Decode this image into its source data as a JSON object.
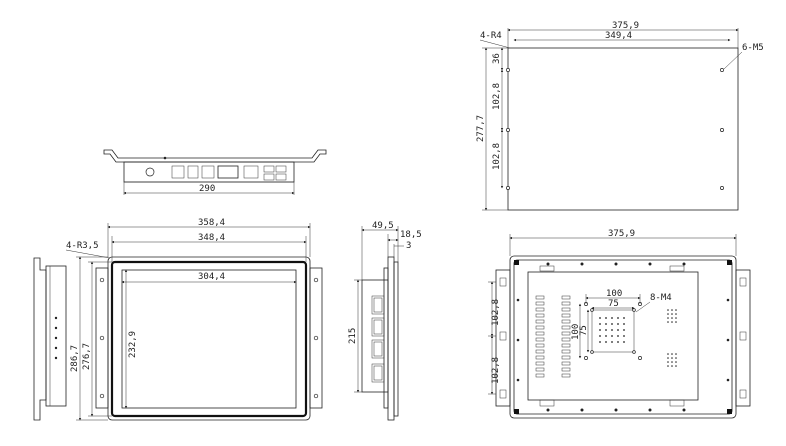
{
  "colors": {
    "line": "#222222",
    "background": "#ffffff"
  },
  "drawing": {
    "top_view": {
      "width_bottom": "290"
    },
    "front_view": {
      "outer_width": "358,4",
      "inner_width": "348,4",
      "screen_width": "304,4",
      "corner_radius": "4-R3,5",
      "outer_height": "286,7",
      "inner_height": "276,7",
      "screen_height": "232,9"
    },
    "side_view": {
      "depth_total": "49,5",
      "depth_bezel": "18,5",
      "bezel": "3",
      "height": "215"
    },
    "cutout_view": {
      "outer_width": "375,9",
      "inner_width": "349,4",
      "corner_radius": "4-R4",
      "holes": "6-M5",
      "height": "277,7",
      "top_offset": "36",
      "spacing_1": "102,8",
      "spacing_2": "102,8"
    },
    "back_view": {
      "width": "375,9",
      "vesa_outer": "100",
      "vesa_inner": "75",
      "vesa_holes": "8-M4",
      "vesa_outer_v": "100",
      "vesa_inner_v": "75",
      "spacing_1": "102,8",
      "spacing_2": "102,8"
    }
  }
}
